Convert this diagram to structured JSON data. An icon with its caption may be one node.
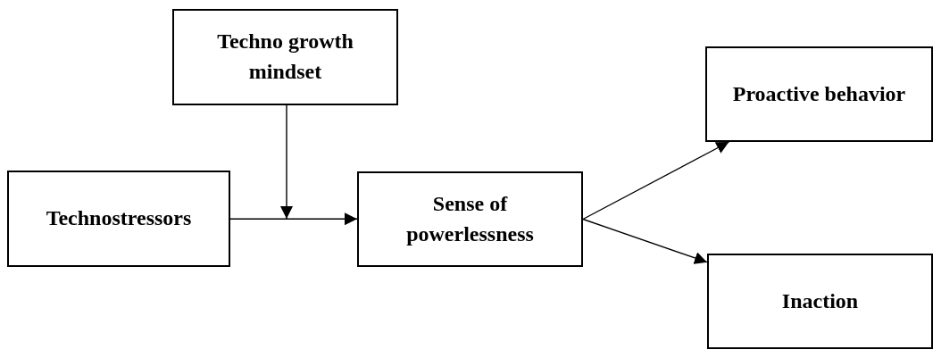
{
  "diagram": {
    "nodes": [
      {
        "text": [
          "Techno growth mindset"
        ]
      },
      {
        "text": [
          "Technostressors"
        ]
      },
      {
        "text": [
          "Sense of powerlessness"
        ]
      },
      {
        "text": [
          "Proactive behavior"
        ]
      },
      {
        "text": [
          "Inaction"
        ]
      }
    ],
    "edges": [
      {
        "from": 1,
        "to": 2,
        "arrow": "to"
      },
      {
        "from": 0,
        "to": null,
        "arrow": "to"
      },
      {
        "from": 2,
        "to": 3,
        "arrow": "to"
      },
      {
        "from": 2,
        "to": 4,
        "arrow": "to"
      }
    ]
  }
}
